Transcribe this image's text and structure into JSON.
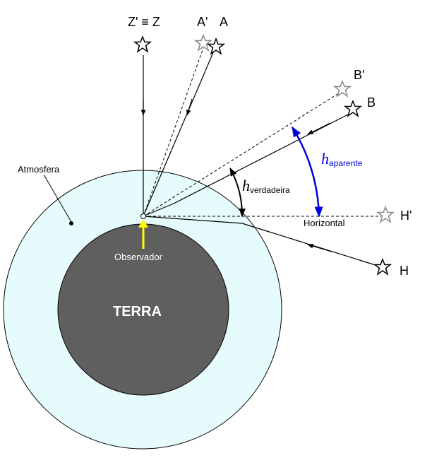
{
  "labels": {
    "zenith": "Z' ≡ Z",
    "a_prime": "A'",
    "a": "A",
    "b_prime": "B'",
    "b": "B",
    "h_prime": "H'",
    "h": "H",
    "atmosfera": "Atmosfera",
    "horizontal": "Horizontal",
    "observador": "Observador",
    "terra": "TERRA",
    "h_symbol": "h",
    "h_verdadeira_sub": "verdadeira",
    "h_aparente_sub": "aparente"
  },
  "colors": {
    "earth": "#5f5f5f",
    "atmosphere": "#e6fbfb",
    "real_star": "#000000",
    "apparent_star": "#888888",
    "observer_arrow": "#ffff00",
    "apparent_angle": "#0000dd",
    "true_angle": "#000000"
  },
  "icons": {
    "real_star": "star-outline-icon",
    "apparent_star": "star-outline-gray-icon"
  }
}
